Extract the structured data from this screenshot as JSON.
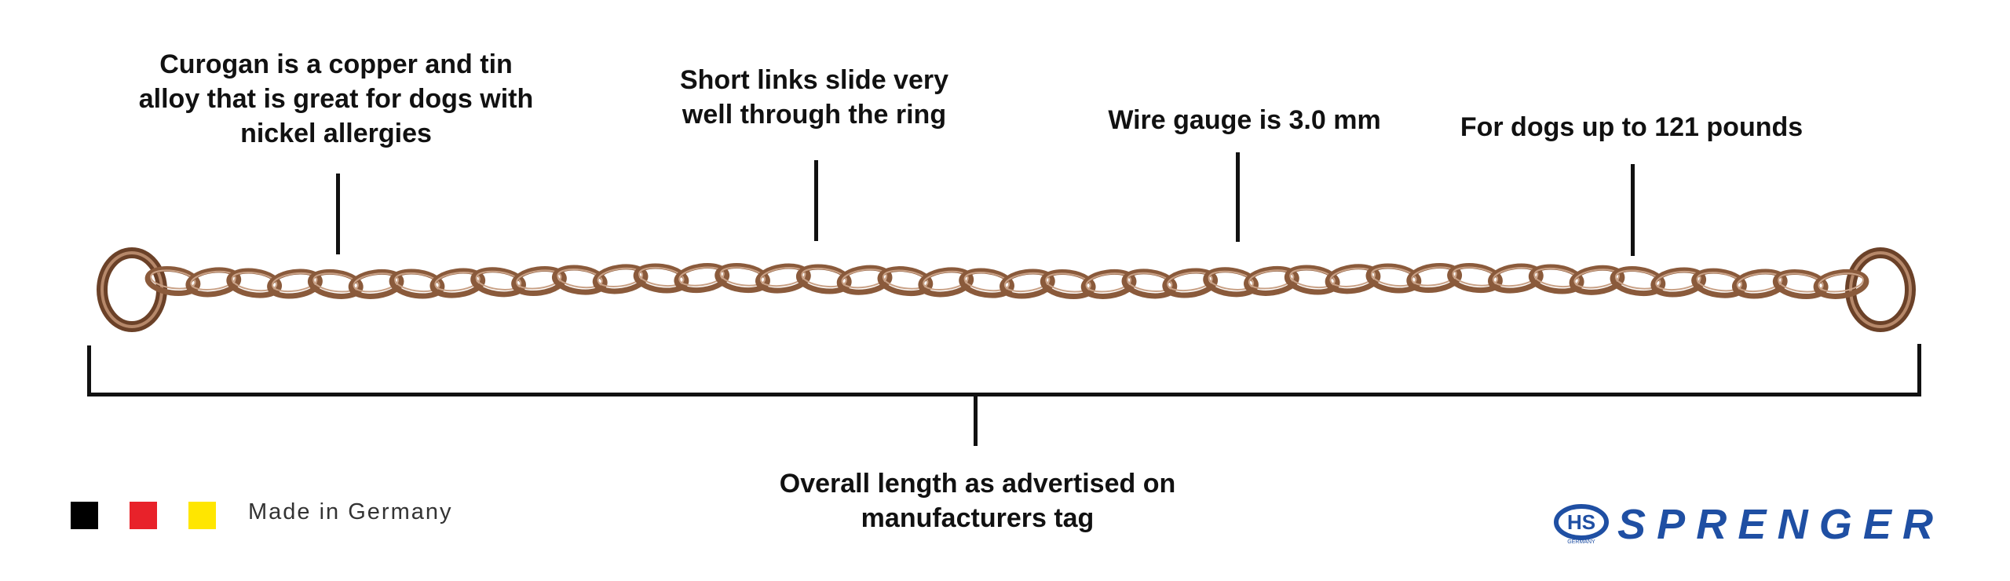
{
  "annotations": [
    {
      "id": "alloy",
      "text": "Curogan is a copper and tin\nalloy that is great for dogs with\nnickel allergies"
    },
    {
      "id": "links",
      "text": "Short links slide very\nwell through the ring"
    },
    {
      "id": "gauge",
      "text": "Wire gauge is 3.0 mm"
    },
    {
      "id": "weight",
      "text": "For dogs up to 121 pounds"
    },
    {
      "id": "length",
      "text": "Overall length as advertised on\nmanufacturers tag"
    }
  ],
  "origin": {
    "flag_colors": [
      "#000000",
      "#e8222a",
      "#ffe600"
    ],
    "text": "Made in Germany"
  },
  "brand": {
    "badge_text": "HS",
    "badge_sub": "GERMANY",
    "name": "SPRENGER",
    "color": "#1f4fa3"
  },
  "product": {
    "chain_color": "#8a5a3b"
  }
}
